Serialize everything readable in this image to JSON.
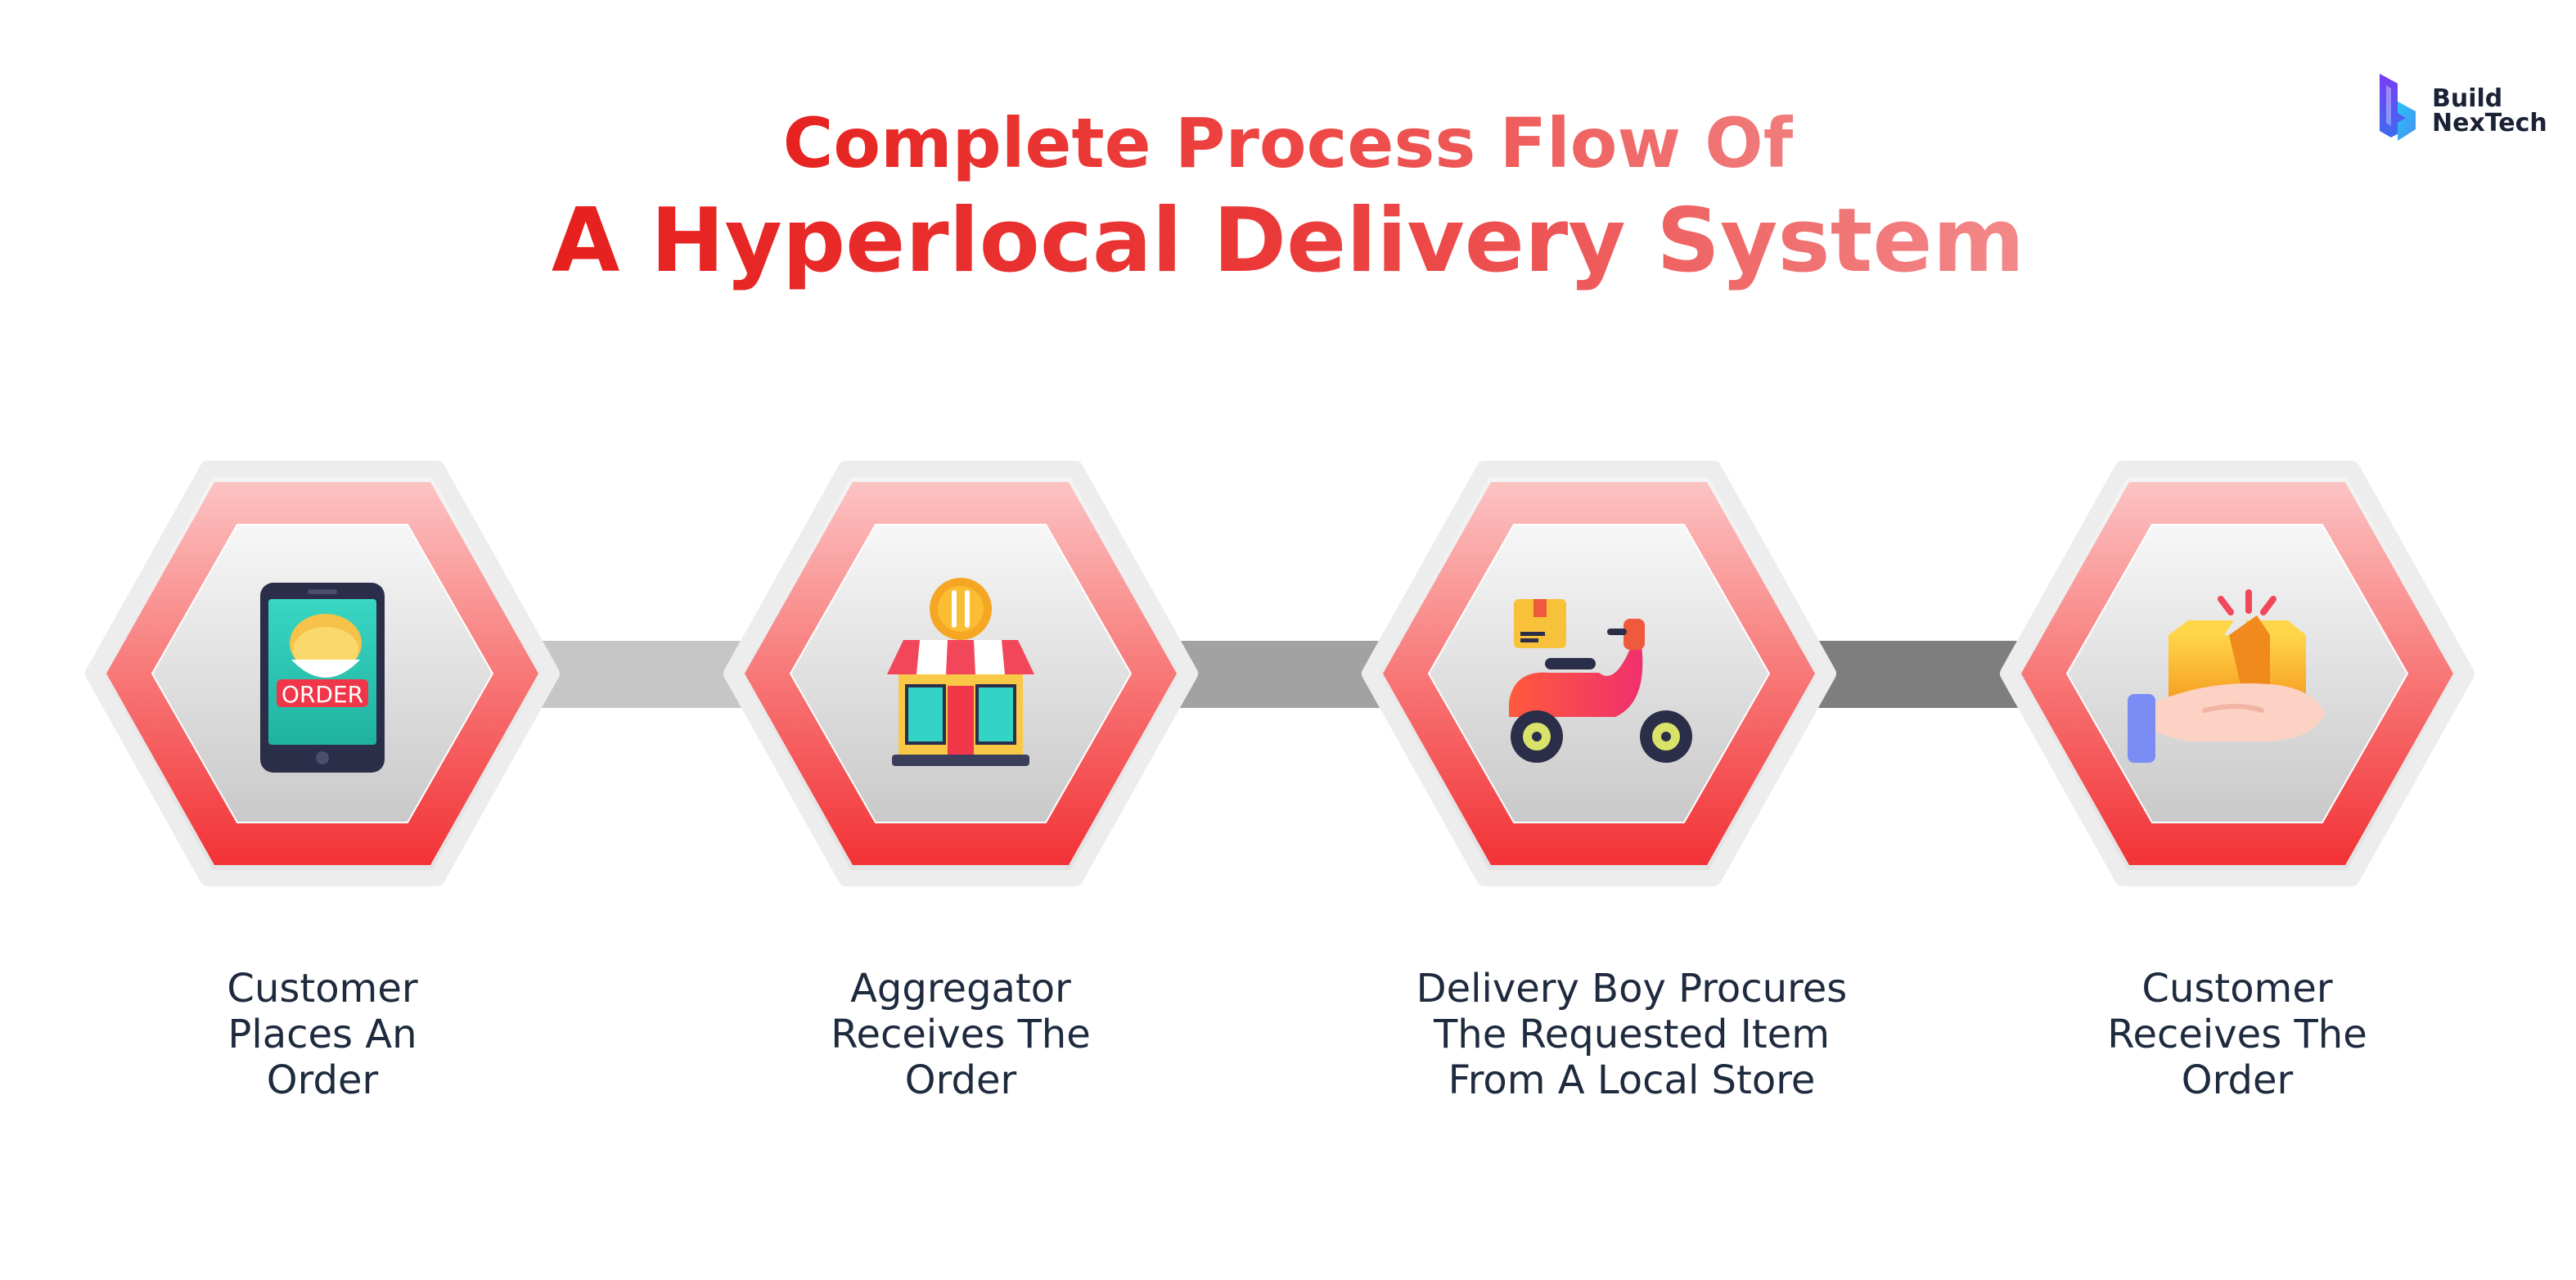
{
  "header": {
    "title_line1": "Complete Process Flow Of",
    "title_line2": "A Hyperlocal Delivery System"
  },
  "logo": {
    "line1": "Build",
    "line2": "NexTech",
    "icon": "b-logo-icon"
  },
  "steps": [
    {
      "label_lines": [
        "Customer",
        "Places An",
        "Order"
      ],
      "icon": "phone-order-icon",
      "icon_text": "ORDER"
    },
    {
      "label_lines": [
        "Aggregator",
        "Receives The",
        "Order"
      ],
      "icon": "store-icon"
    },
    {
      "label_lines": [
        "Delivery Boy Procures",
        "The Requested Item",
        "From A Local Store"
      ],
      "icon": "scooter-icon"
    },
    {
      "label_lines": [
        "Customer",
        "Receives The",
        "Order"
      ],
      "icon": "hand-box-icon"
    }
  ],
  "colors": {
    "accent": "#f4363b",
    "hex_outer": "#ececec",
    "connector_light": "#c8c8c8",
    "connector_dark": "#7c7c7c",
    "label_text": "#1e2a3d"
  }
}
